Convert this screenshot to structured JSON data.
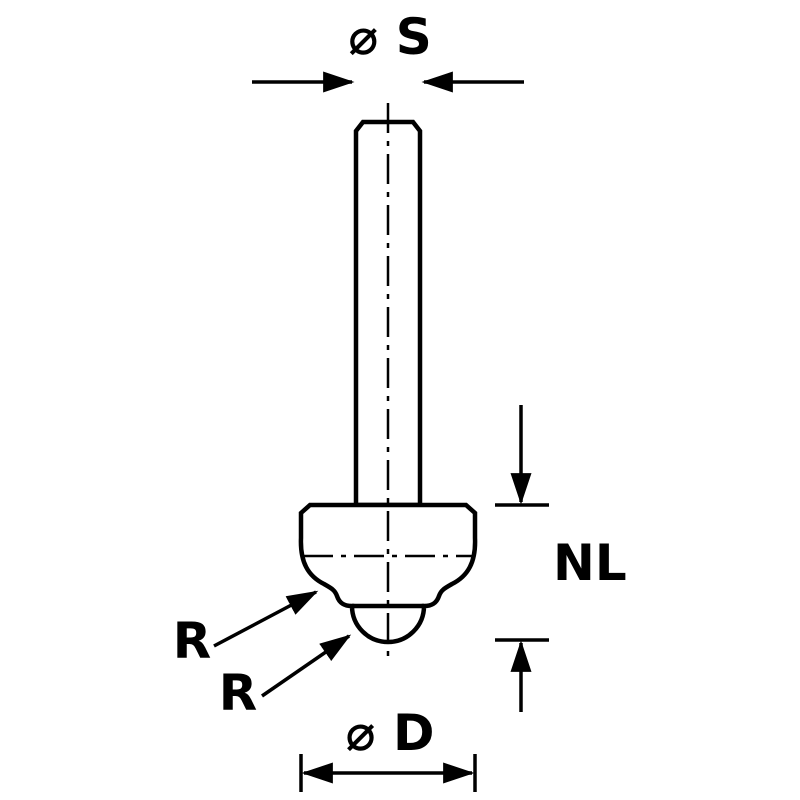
{
  "diagram": {
    "type": "technical-dimension-drawing",
    "subject": "router-bit-profile-cutter",
    "labels": {
      "shank_diameter": "⌀ S",
      "cutter_diameter": "⌀ D",
      "cutting_length": "NL",
      "radius_upper": "R",
      "radius_lower": "R"
    },
    "colors": {
      "line": "#000000",
      "background": "#ffffff"
    }
  }
}
